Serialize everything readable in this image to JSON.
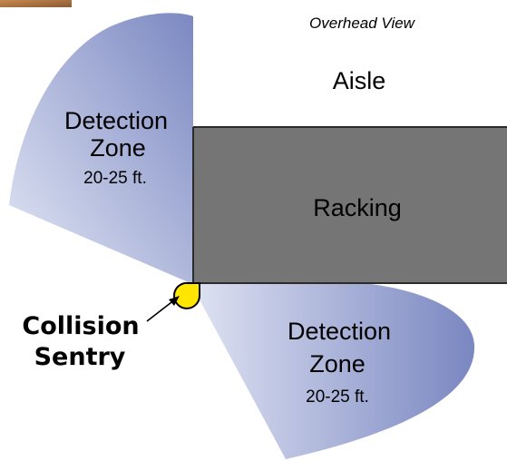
{
  "title": "Overhead View",
  "aisle_label": "Aisle",
  "racking_label": "Racking",
  "zone_upper": {
    "line1": "Detection",
    "line2": "Zone",
    "range": "20-25 ft."
  },
  "zone_lower": {
    "line1": "Detection",
    "line2": "Zone",
    "range": "20-25 ft."
  },
  "sentry_label": {
    "line1": "Collision",
    "line2": "Sentry"
  },
  "colors": {
    "zone_light": "#d7dcee",
    "zone_dark": "#7d8bc4",
    "racking": "#757575",
    "racking_edge": "#2b2b2b",
    "sentry": "#ffe600",
    "text": "#000000"
  }
}
